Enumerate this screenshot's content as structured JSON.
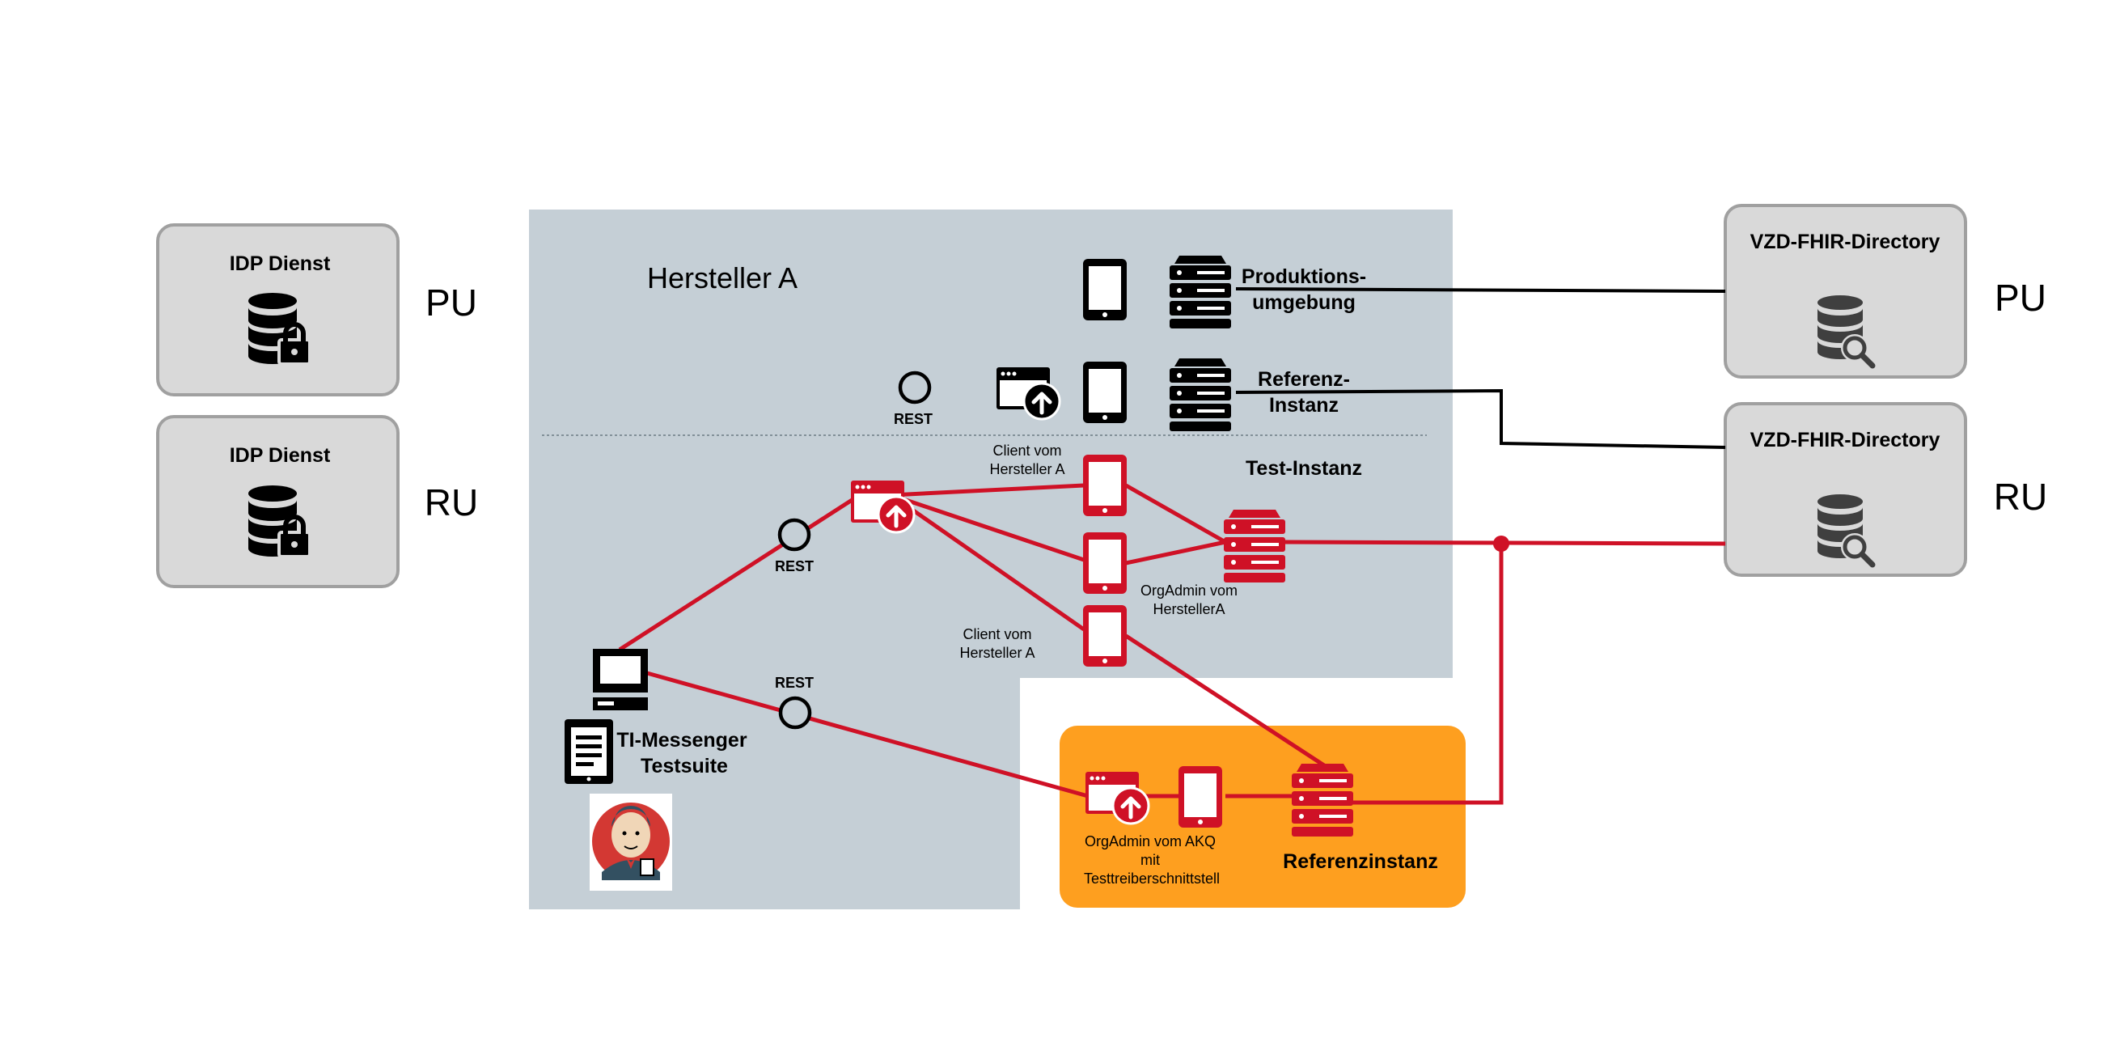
{
  "colors": {
    "region": "#c5cfd6",
    "box": "#d9d9d9",
    "box_border": "#a0a0a0",
    "reference": "#fe9f1f",
    "red": "#cf1126",
    "black": "#000000"
  },
  "labels": {
    "idp_pu_title": "IDP Dienst",
    "idp_ru_title": "IDP Dienst",
    "pu_left": "PU",
    "ru_left": "RU",
    "vzd_pu_title": "VZD-FHIR-Directory",
    "vzd_ru_title": "VZD-FHIR-Directory",
    "pu_right": "PU",
    "ru_right": "RU",
    "hersteller": "Hersteller A",
    "produktion_1": "Produktions-",
    "produktion_2": "umgebung",
    "referenz_1": "Referenz-",
    "referenz_2": "Instanz",
    "rest_top": "REST",
    "rest_mid": "REST",
    "rest_low": "REST",
    "client_top_1": "Client vom",
    "client_top_2": "Hersteller A",
    "test_instanz": "Test-Instanz",
    "orgadmin_1": "OrgAdmin vom",
    "orgadmin_2": "HerstellerA",
    "client_bottom_1": "Client vom",
    "client_bottom_2": "Hersteller A",
    "testsuite_1": "TI-Messenger",
    "testsuite_2": "Testsuite",
    "akq_1": "OrgAdmin vom AKQ",
    "akq_2": "mit",
    "akq_3": "Testtreiberschnittstell",
    "referenzinstanz": "Referenzinstanz"
  },
  "icons": [
    "database-lock-icon",
    "database-search-icon",
    "tablet-icon",
    "server-icon",
    "app-upload-icon",
    "rest-interface-icon",
    "computer-icon",
    "document-icon",
    "jenkins-logo"
  ]
}
